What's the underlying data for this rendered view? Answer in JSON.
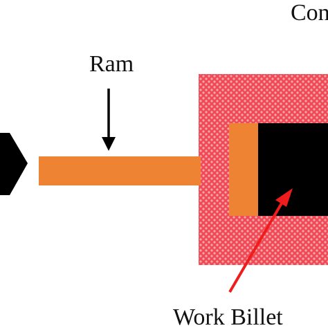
{
  "labels": {
    "ram": "Ram",
    "container": "Con",
    "billet": "Work Billet"
  },
  "colors": {
    "background": "#ffffff",
    "ram": "#ee8433",
    "container": "#ef4a55",
    "container_dots": "#f7a7ad",
    "billet": "#000000",
    "die_head": "#000000",
    "ram_arrow": "#000000",
    "billet_arrow": "#ee1c1c"
  }
}
